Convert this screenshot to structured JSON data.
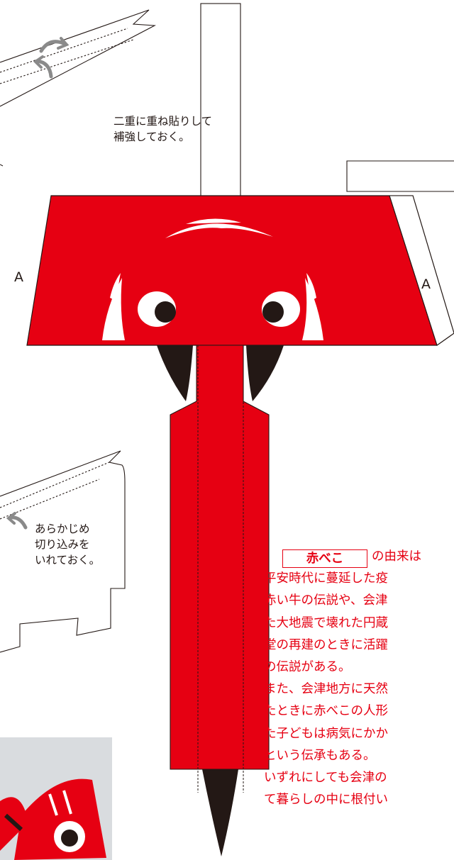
{
  "notes": {
    "reinforce": "二重に重ね貼りして\n補強しておく。",
    "precut": "あらかじめ\n切り込みを\nいれておく。"
  },
  "labels": {
    "left_a": "A",
    "right_a": "A"
  },
  "story": {
    "keyword": "赤べこ",
    "lines": [
      "の由来は",
      "平安時代に蔓延した疫",
      "赤い牛の伝説や、会津",
      "た大地震で壊れた円蔵",
      "堂の再建のときに活躍",
      "の伝説がある。",
      "また、会津地方に天然",
      "たときに赤べこの人形",
      "た子どもは病気にかか",
      "という伝承もある。",
      "いずれにしても会津の",
      "て暮らしの中に根付い"
    ]
  },
  "colors": {
    "red": "#e60012",
    "black": "#231815",
    "gray_arrow": "#8a8a8a",
    "bg": "#ffffff"
  },
  "icons": [
    "curved-arrow-icon",
    "curved-arrow-icon",
    "curved-arrow-icon"
  ]
}
